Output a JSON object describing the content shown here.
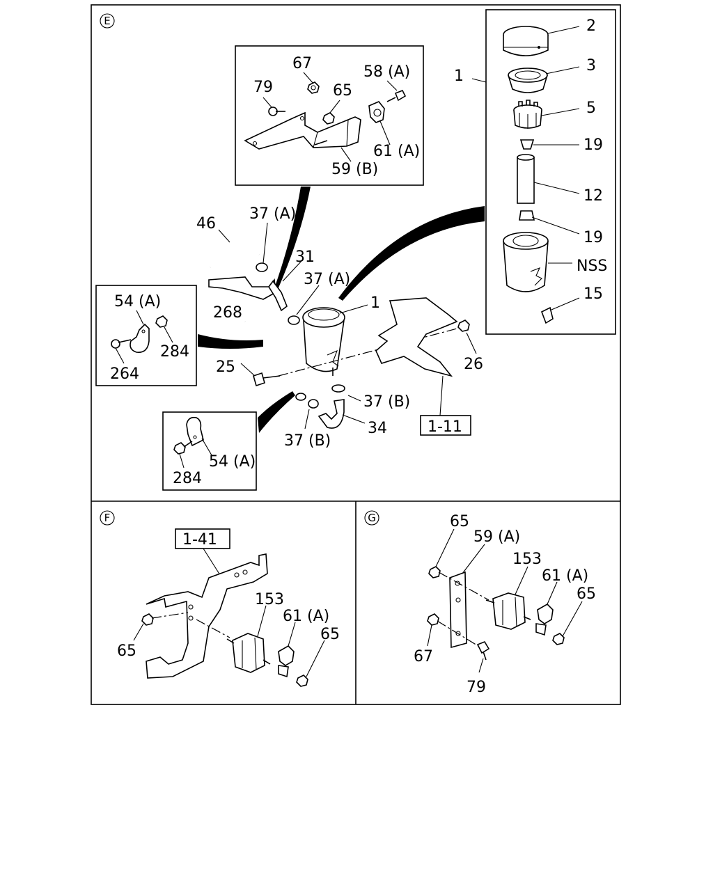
{
  "sections": {
    "E": {
      "marker": "E"
    },
    "F": {
      "marker": "F"
    },
    "G": {
      "marker": "G"
    }
  },
  "refs": {
    "r1": "1-11",
    "r2": "1-41"
  },
  "labels": {
    "e_2": "2",
    "e_3": "3",
    "e_1a": "1",
    "e_5": "5",
    "e_19a": "19",
    "e_12": "12",
    "e_19b": "19",
    "e_nss": "NSS",
    "e_15": "15",
    "e_67": "67",
    "e_79": "79",
    "e_65": "65",
    "e_58a": "58 (A)",
    "e_61a": "61 (A)",
    "e_59b": "59 (B)",
    "e_46": "46",
    "e_37a1": "37 (A)",
    "e_31": "31",
    "e_37a2": "37 (A)",
    "e_1b": "1",
    "e_268": "268",
    "e_25": "25",
    "e_26": "26",
    "e_37b1": "37 (B)",
    "e_37b2": "37 (B)",
    "e_34": "34",
    "e_54a1": "54 (A)",
    "e_284a": "284",
    "e_264": "264",
    "e_54a2": "54 (A)",
    "e_284b": "284",
    "f_153": "153",
    "f_61a": "61 (A)",
    "f_65a": "65",
    "f_65b": "65",
    "g_65a": "65",
    "g_59a": "59 (A)",
    "g_153": "153",
    "g_61a": "61 (A)",
    "g_65b": "65",
    "g_67": "67",
    "g_79": "79"
  }
}
